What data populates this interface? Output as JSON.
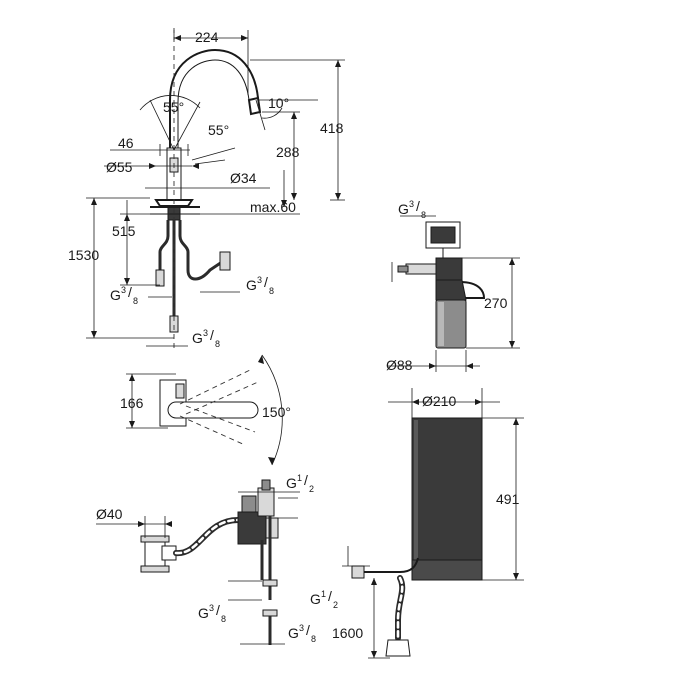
{
  "dimensions": {
    "spout_reach": "224",
    "spout_angle_left": "55°",
    "spout_angle_right": "55°",
    "spout_tilt": "10°",
    "total_height": "418",
    "spout_height": "288",
    "base_offset": "46",
    "base_diameter": "Ø55",
    "mount_hole": "Ø34",
    "max_deck": "max.60",
    "hose_short": "515",
    "hose_long": "1530",
    "swivel_depth": "166",
    "swivel_angle": "150°",
    "filter_height": "270",
    "filter_diameter": "Ø88",
    "tank_diameter": "Ø210",
    "tank_height": "491",
    "pipe_diameter": "Ø40",
    "cable_length": "1600"
  },
  "threads": {
    "g_letter": "G",
    "three_eighths_num": "3",
    "three_eighths_den": "8",
    "half_num": "1",
    "half_den": "2"
  },
  "colors": {
    "line": "#1a1a1a",
    "body_dark": "#3a3a3a",
    "body_mid": "#8c8c8c",
    "body_light": "#d9d9d9"
  }
}
